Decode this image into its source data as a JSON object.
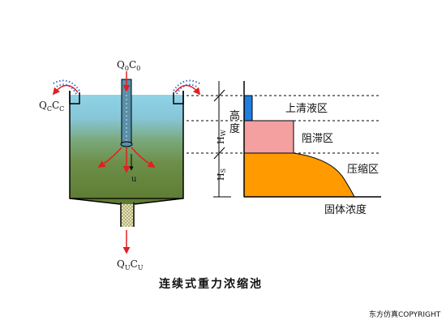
{
  "diagram": {
    "title": "连续式重力浓缩池",
    "copyright": "东方仿真COPYRIGHT",
    "feed": {
      "q": "Q",
      "q_sub": "0",
      "c": "C",
      "c_sub": "0"
    },
    "overflow": {
      "q": "Q",
      "q_sub": "C",
      "c": "C",
      "c_sub": "C"
    },
    "underflow": {
      "q": "Q",
      "q_sub": "U",
      "c": "C",
      "c_sub": "U"
    },
    "settling_velocity_label": "u",
    "height_axis_label_1": "高",
    "height_axis_label_2": "度",
    "hw": {
      "main": "H",
      "sub": "W"
    },
    "hs": {
      "main": "H",
      "sub": "S"
    },
    "zones": {
      "clear": "上清液区",
      "hindered": "阻滞区",
      "compression": "压缩区"
    },
    "x_axis_label": "固体浓度",
    "colors": {
      "supernatant": "#8ccfe3",
      "sludge": "#6b8a3a",
      "tank_outline": "#000000",
      "arrow_red": "#e02020",
      "clear_zone": "#1e7fe0",
      "hindered_zone": "#f4a0a0",
      "compression_zone": "#ff9a00",
      "dotted_flow": "#3a6fd0",
      "underflow_sludge": "#c8c890"
    }
  }
}
